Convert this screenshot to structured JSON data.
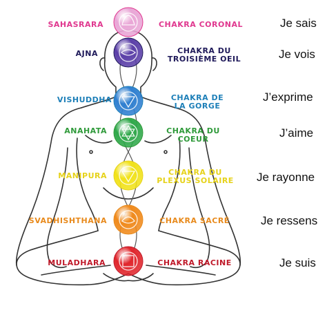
{
  "chakras": [
    {
      "sanskrit": "Sahasrara",
      "french_name_lines": [
        "Chakra Coronal"
      ],
      "affirmation": "Je sais",
      "color": "#e0388f",
      "orb_color": "#e9a6d6",
      "symbol": "lotus-crown-symbol"
    },
    {
      "sanskrit": "Ajna",
      "french_name_lines": [
        "Chakra du",
        "Troisième Oeil"
      ],
      "affirmation": "Je vois",
      "color": "#1f1a5a",
      "orb_color": "#5b3fa8",
      "symbol": "third-eye-symbol"
    },
    {
      "sanskrit": "Vishuddha",
      "french_name_lines": [
        "Chakra de",
        "la Gorge"
      ],
      "affirmation": "J’exprime",
      "color": "#1d7fb8",
      "orb_color": "#2f7fd0",
      "symbol": "throat-symbol"
    },
    {
      "sanskrit": "Anahata",
      "french_name_lines": [
        "Chakra du",
        "Coeur"
      ],
      "affirmation": "J’aime",
      "color": "#2f9a3a",
      "orb_color": "#2fa84a",
      "symbol": "heart-star-symbol"
    },
    {
      "sanskrit": "Manipura",
      "french_name_lines": [
        "Chakra du",
        "Plexus Solaire"
      ],
      "affirmation": "Je rayonne",
      "color": "#e6d21a",
      "orb_color": "#f1e21a",
      "symbol": "solar-plexus-symbol"
    },
    {
      "sanskrit": "Svadhishthana",
      "french_name_lines": [
        "Chakra Sacré"
      ],
      "affirmation": "Je ressens",
      "color": "#e88a1c",
      "orb_color": "#f08a1c",
      "symbol": "sacral-symbol"
    },
    {
      "sanskrit": "Muladhara",
      "french_name_lines": [
        "Chakra Racine"
      ],
      "affirmation": "Je suis",
      "color": "#c01a2a",
      "orb_color": "#e0262c",
      "symbol": "root-square-symbol"
    }
  ],
  "figure": {
    "outline_color": "#333333",
    "icon": "meditating-person-outline"
  }
}
